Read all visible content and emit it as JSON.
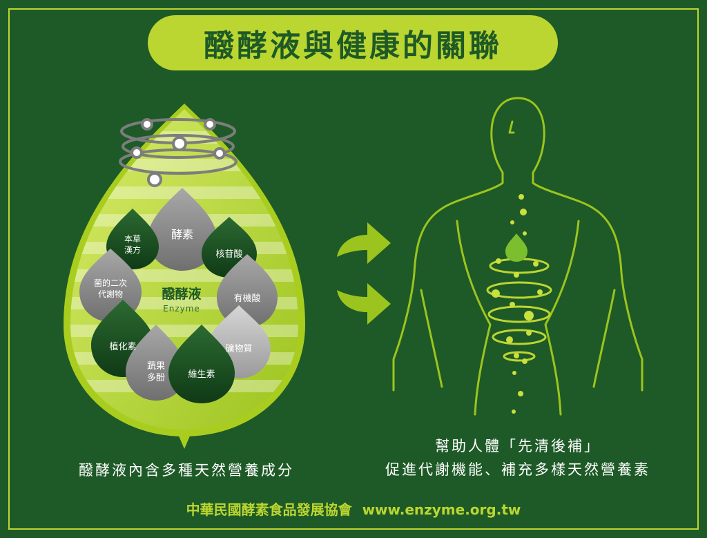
{
  "title": "醱酵液與健康的關聯",
  "left": {
    "center_label": "醱酵液",
    "center_sublabel": "Enzyme",
    "drops": {
      "herbal": [
        "本草",
        "漢方"
      ],
      "enzyme": "酵素",
      "nucleotide": "核苷酸",
      "bacteria": [
        "菌的二次",
        "代謝物"
      ],
      "organic_acid": "有機酸",
      "phytochemical": "植化素",
      "mineral": "礦物質",
      "polyphenol": [
        "蔬果",
        "多酚"
      ],
      "vitamin": "維生素"
    },
    "caption": "醱酵液內含多種天然營養成分"
  },
  "right": {
    "caption_line1": "幫助人體「先清後補」",
    "caption_line2": "促進代謝機能、補充多樣天然營養素"
  },
  "footer": {
    "org": "中華民國酵素食品發展協會",
    "url": "www.enzyme.org.tw"
  },
  "colors": {
    "background": "#1e5a27",
    "accent": "#bcd631",
    "dark_drop": "#1b4d22",
    "gray_drop": "#8f8f8f"
  }
}
